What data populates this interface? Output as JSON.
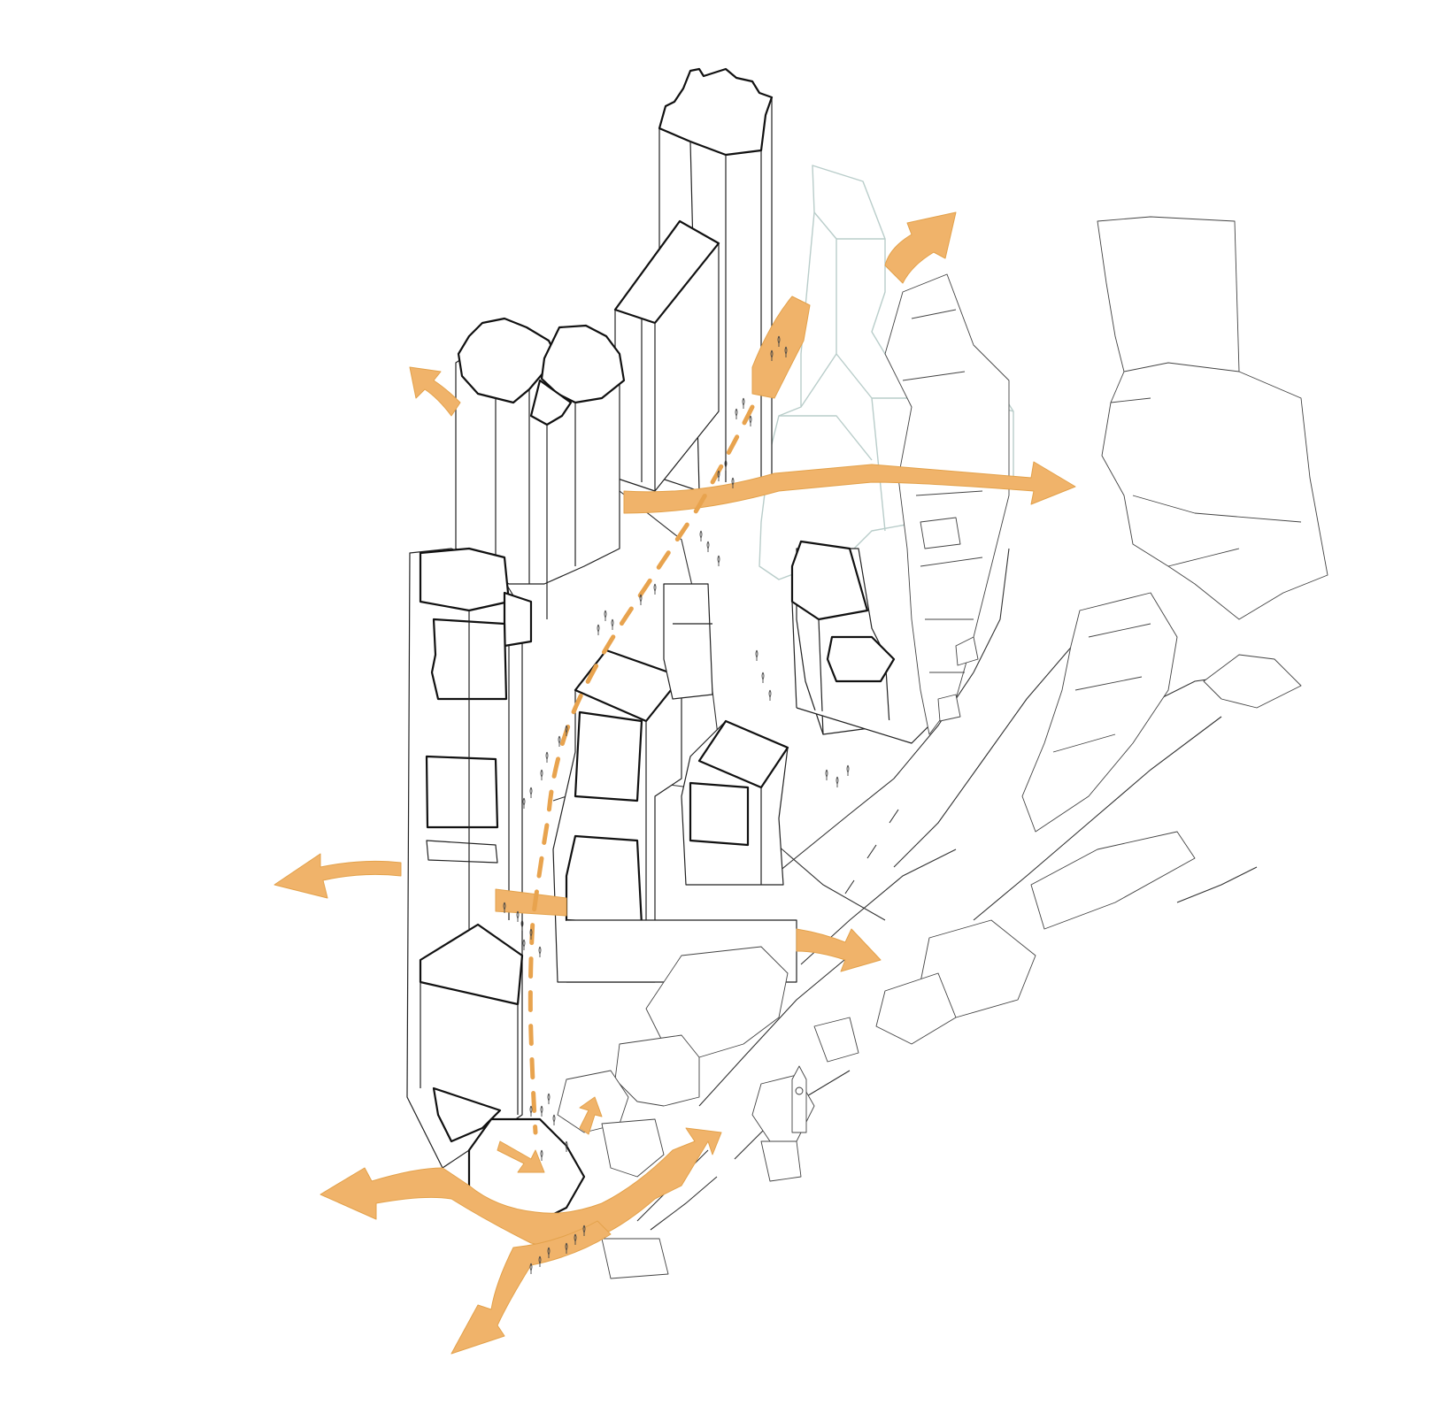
{
  "diagram": {
    "type": "axonometric-urban-massing-diagram",
    "colors": {
      "movement_arrow": "#f0b36a",
      "movement_arrow_outline": "#e3a24c",
      "pedestrian_route": "#e8a34e",
      "building_outline": "#222222",
      "proposed_building_outline": "#b9cdca",
      "background": "#ffffff"
    },
    "icons": [
      "movement-arrow",
      "pedestrian-route",
      "person-figure",
      "clock-tower"
    ]
  }
}
